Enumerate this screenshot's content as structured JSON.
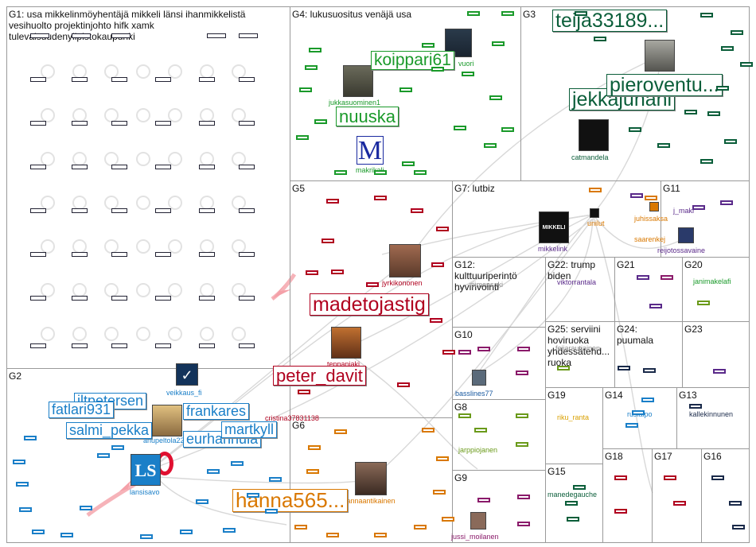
{
  "groups": [
    {
      "id": "G1",
      "label": "G1: usa mikkelinmöyhentäjä mikkeli länsi ihanmikkelistä\nvesihuolto projektinjohto hifk xamk\ntulevaisuudenylipistokaupunki"
    },
    {
      "id": "G2",
      "label": "G2"
    },
    {
      "id": "G3",
      "label": "G3"
    },
    {
      "id": "G4",
      "label": "G4: lukusuositus venäjä usa"
    },
    {
      "id": "G5",
      "label": "G5"
    },
    {
      "id": "G6",
      "label": "G6"
    },
    {
      "id": "G7",
      "label": "G7: lutbiz"
    },
    {
      "id": "G8",
      "label": "G8"
    },
    {
      "id": "G9",
      "label": "G9"
    },
    {
      "id": "G10",
      "label": "G10"
    },
    {
      "id": "G11",
      "label": "G11"
    },
    {
      "id": "G12",
      "label": "G12:\nkulttuuriperintö\nhyvinvointi"
    },
    {
      "id": "G13",
      "label": "G13"
    },
    {
      "id": "G14",
      "label": "G14"
    },
    {
      "id": "G15",
      "label": "G15"
    },
    {
      "id": "G16",
      "label": "G16"
    },
    {
      "id": "G17",
      "label": "G17"
    },
    {
      "id": "G18",
      "label": "G18"
    },
    {
      "id": "G19",
      "label": "G19"
    },
    {
      "id": "G20",
      "label": "G20"
    },
    {
      "id": "G21",
      "label": "G21"
    },
    {
      "id": "G22",
      "label": "G22: trump\nbiden"
    },
    {
      "id": "G23",
      "label": "G23"
    },
    {
      "id": "G24",
      "label": "G24:\npuumala"
    },
    {
      "id": "G25",
      "label": "G25: serviini\nhoviruoka\nyhdessätehd...\nruoka"
    }
  ],
  "big_labels": {
    "teija": "teija33189...",
    "pieroventu": "pieroventu...",
    "jekkajuhani": "jekkajuhani",
    "koippari": "koippari61",
    "nuuska": "nuuska",
    "madetojastig": "madetojastig",
    "peter": "peter_davit",
    "hanna": "hanna565...",
    "fatlari": "fatlari931",
    "iltpetersen": "iltpetersen",
    "frankares": "frankares",
    "salmi": "salmi_pekka",
    "martkyll": "martkyll",
    "eurhannula": "eurhannula"
  },
  "vertex_labels": {
    "jukkasuominen1": "jukkasuominen1",
    "vuori": "vuori",
    "makrikali": "makrikali",
    "laurahuhtasaari": "laurahuhtasaari",
    "catmandela": "catmandela",
    "jyrkikononen": "jyrkikononen",
    "teppaniaki": "teppaniaki",
    "veikkaus_fi": "veikkaus_fi",
    "anupeltola22": "anupeltola22",
    "lansisavo": "lansisavo",
    "cristina": "cristina37831138",
    "sannaantikainen": "sannaantikainen",
    "mikkelink": "mikkelink",
    "unilut": "unilut",
    "juhissaksa": "juhissaksa",
    "saarenkej": "saarenkej",
    "j_makr": "j_makr",
    "reijotossavaine": "reijotossavaine",
    "tiimensaki": "tiimensaki",
    "viktorrantala": "viktorrantala",
    "janimakelafi": "janimakelafi",
    "basslines77": "basslines77",
    "jarppiojanen": "jarppiojanen",
    "jussi_moilanen": "jussi_moilanen",
    "feijarautiainen": "feijarautiainen",
    "riku_ranta": "riku_ranta",
    "rusialpo": "rusialpo",
    "kallekinnunen": "kallekinnunen",
    "manedegauche": "manedegauche"
  },
  "colors": {
    "border": "#9a9a9a",
    "g2_blue": "#1a7fc8",
    "g3_green": "#0b5e3a",
    "g4_green": "#1a9a2a",
    "g5_red": "#b0001e",
    "g6_orange": "#d97800",
    "g7_purple": "#5a2a8a",
    "edge_gray": "#d8d8d8",
    "pink_edge": "#f4a0a8"
  },
  "icons": {
    "makrikali_logo": "M",
    "lansisavo_logo": "LS",
    "mikkelink_logo": "MIKKELI"
  }
}
